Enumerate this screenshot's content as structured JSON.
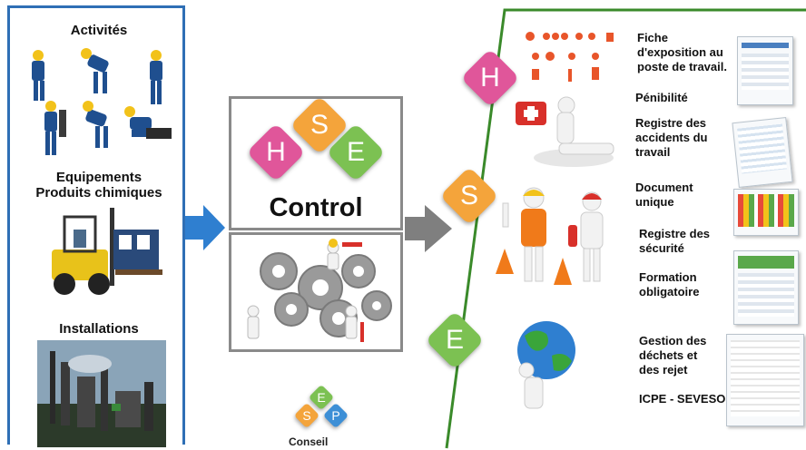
{
  "left": {
    "activites_title": "Activités",
    "equipements_title_1": "Equipements",
    "equipements_title_2": "Produits chimiques",
    "installations_title": "Installations"
  },
  "middle": {
    "control_label": "Control",
    "hse_letters": [
      "H",
      "S",
      "E"
    ]
  },
  "right": {
    "h_letter": "H",
    "s_letter": "S",
    "e_letter": "E",
    "items": [
      "Fiche\nd'exposition au\nposte de travail.",
      "Pénibilité",
      "Registre des\naccidents du\ntravail",
      "Document\nunique",
      "Registre des\nsécurité",
      "Formation\nobligatoire",
      "Gestion des\ndéchets et\ndes rejet",
      "ICPE - SEVESO"
    ]
  },
  "logo": {
    "letters": [
      "E",
      "S",
      "P"
    ],
    "label": "Conseil"
  },
  "colors": {
    "frame_blue": "#2f6fb5",
    "frame_green": "#3a8a2a",
    "arrow_blue": "#2f7fd0",
    "arrow_gray": "#7f7f7f",
    "h_pink": "#e0569a",
    "s_orange": "#f4a43b",
    "e_green": "#7cc152",
    "p_blue": "#3d8fd6"
  }
}
